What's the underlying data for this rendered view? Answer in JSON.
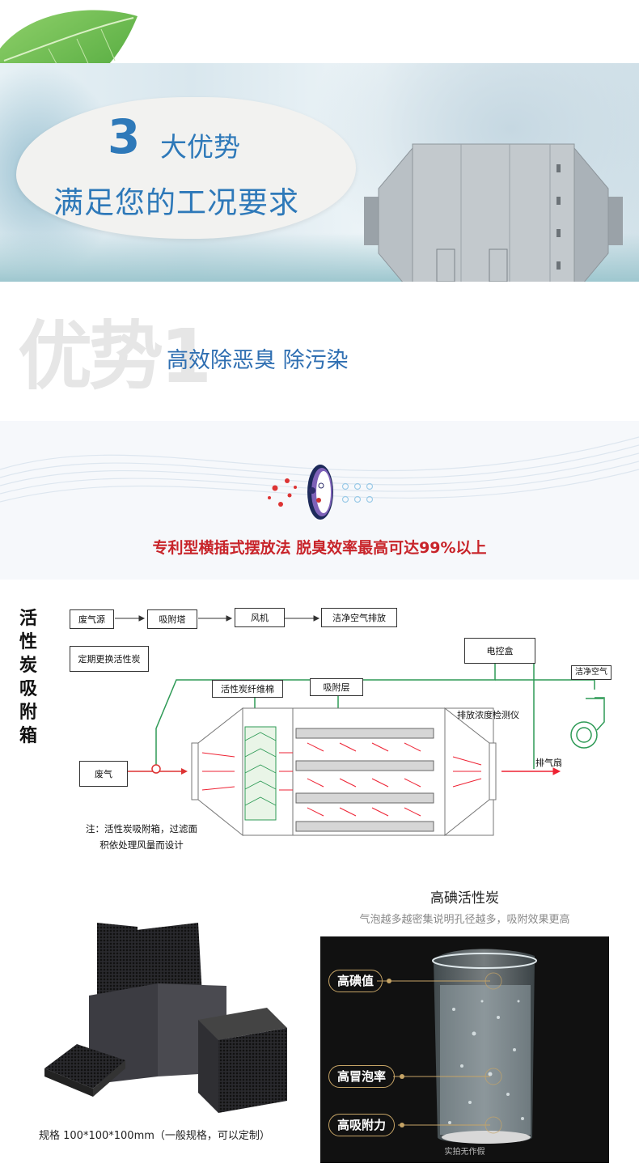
{
  "banner": {
    "number": "3",
    "title": "大优势",
    "subtitle": "满足您的工况要求"
  },
  "advantage1": {
    "ghost_text": "优势1",
    "heading": "高效除恶臭   除污染"
  },
  "patent_line": "专利型横插式摆放法   脱臭效率最高可达99%以上",
  "diagram": {
    "side_title": [
      "活",
      "性",
      "炭",
      "吸",
      "附",
      "箱"
    ],
    "flow": [
      "废气源",
      "吸附塔",
      "风机",
      "洁净空气排放"
    ],
    "replace_box": "定期更换活性炭",
    "fiber_box": "活性炭纤维棉",
    "adsorb_box": "吸附层",
    "control_box": "电控盒",
    "clean_air": "洁净空气",
    "detector": "排放浓度检测仪",
    "fan": "排气扇",
    "waste_gas": "废气",
    "note_line1": "注：活性炭吸附箱，过滤面",
    "note_line2": "积依处理风量而设计"
  },
  "carbon": {
    "title": "高碘活性炭",
    "subtitle": "气泡越多越密集说明孔径越多，吸附效果更高",
    "spec": "规格 100*100*100mm（一般规格，可以定制）",
    "features": [
      "高碘值",
      "高冒泡率",
      "高吸附力"
    ],
    "photo_caption": "实拍无作假"
  }
}
